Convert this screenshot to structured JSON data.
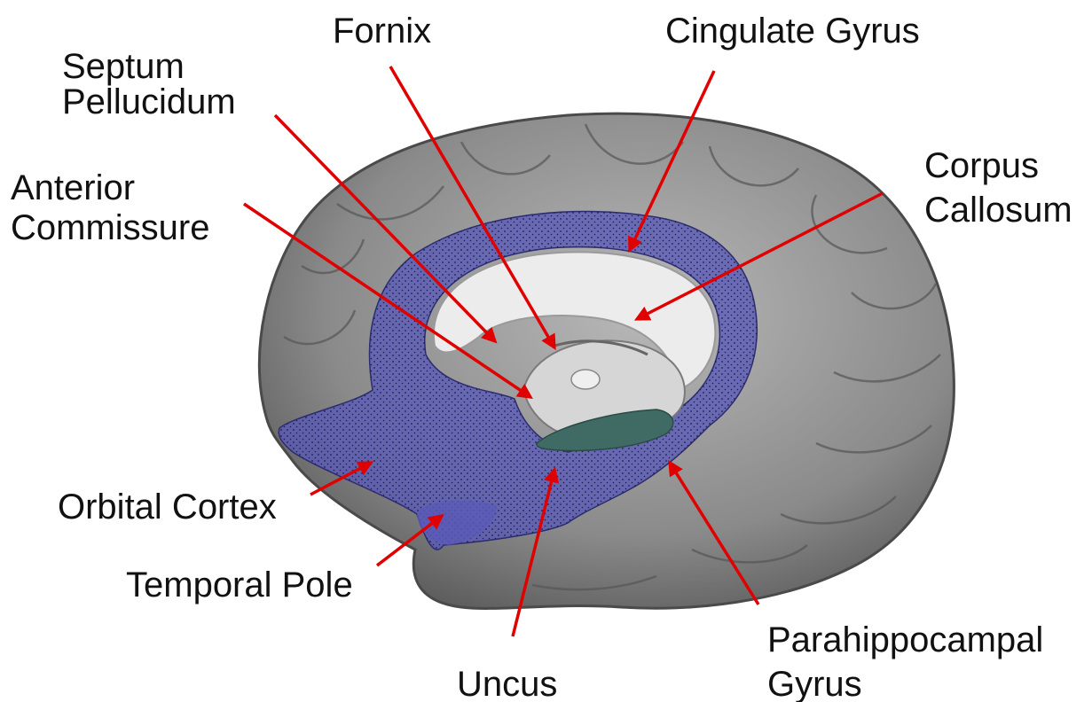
{
  "labels": {
    "fornix": "Fornix",
    "cingulate_gyrus": "Cingulate Gyrus",
    "septum_pellucidum": [
      "Septum",
      "Pellucidum"
    ],
    "anterior_commissure": [
      "Anterior",
      "Commissure"
    ],
    "corpus_callosum": [
      "Corpus",
      "Callosum"
    ],
    "orbital_cortex": "Orbital Cortex",
    "temporal_pole": "Temporal Pole",
    "uncus": "Uncus",
    "parahippocampal_gyrus": [
      "Parahippocampal",
      "Gyrus"
    ]
  },
  "colors": {
    "limbic_overlay": "#5a5ab8",
    "arrow": "#e00000",
    "brain_gray": "#8f8f8f",
    "corpus_callosum_white": "#ececec",
    "hippocampal_green": "#3f6b64"
  }
}
